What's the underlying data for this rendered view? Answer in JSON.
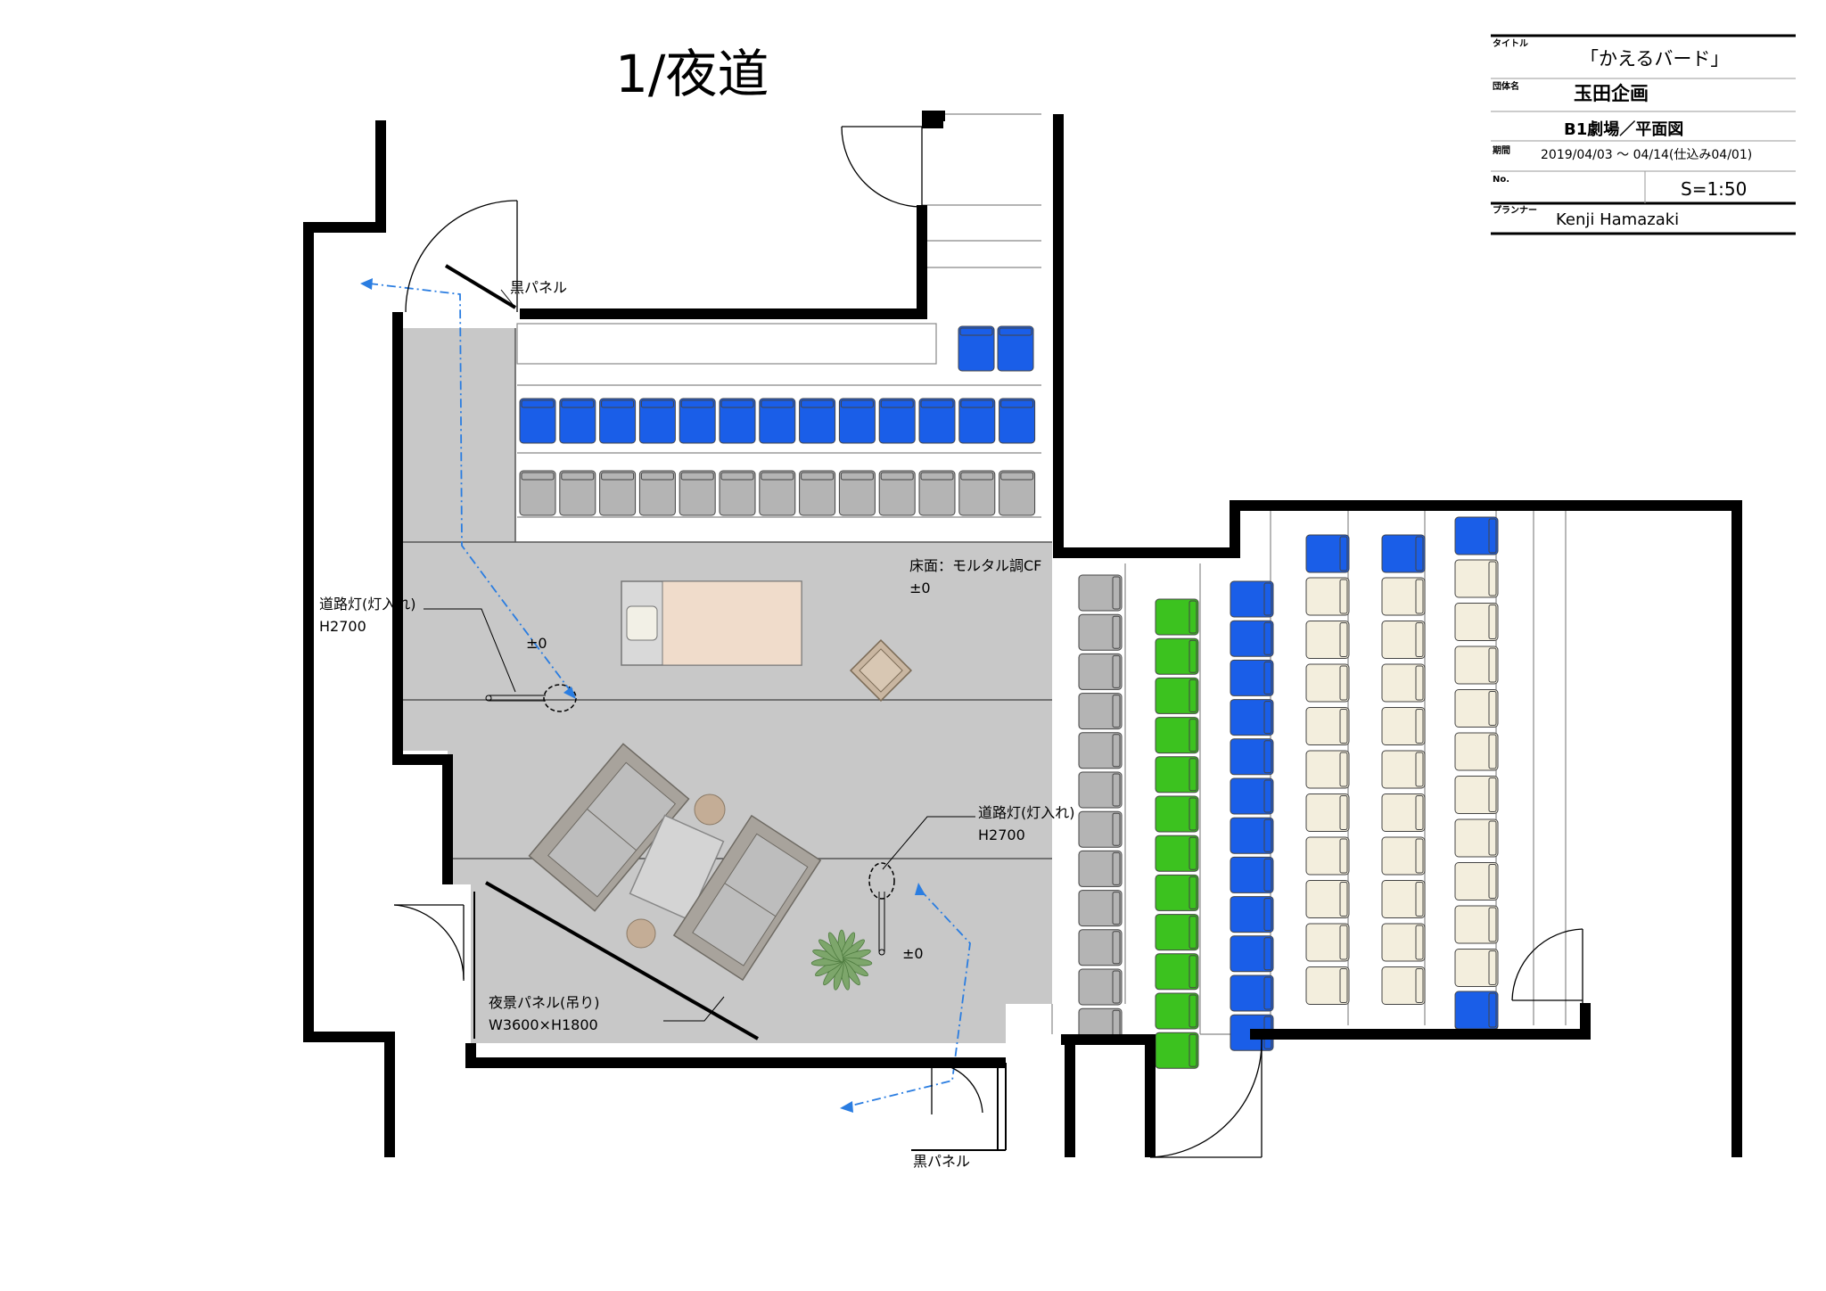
{
  "page_title": "1/夜道",
  "title_block": {
    "title_label": "タイトル",
    "title_value": "「かえるバード」",
    "troupe_label": "団体名",
    "troupe_value": "玉田企画",
    "venue_value": "B1劇場／平面図",
    "period_label": "期間",
    "period_value": "2019/04/03 〜 04/14(仕込み04/01)",
    "no_label": "No.",
    "scale_value": "S=1:50",
    "planner_label": "プランナー",
    "planner_value": "Kenji Hamazaki"
  },
  "annotations": {
    "black_panel_top": "黒パネル",
    "black_panel_bottom": "黒パネル",
    "floor_note": "床面：モルタル調CF",
    "floor_level": "±0",
    "street_light_1_name": "道路灯(灯入れ)",
    "street_light_1_height": "H2700",
    "street_light_2_name": "道路灯(灯入れ)",
    "street_light_2_height": "H2700",
    "level_1": "±0",
    "level_2": "±0",
    "night_panel_name": "夜景パネル(吊り)",
    "night_panel_size": "W3600×H1800"
  },
  "colors": {
    "stage_floor": "#c8c8c8",
    "seat_blue": "#1a5ee8",
    "seat_gray": "#b4b4b4",
    "seat_green": "#3cc21f",
    "seat_cream": "#f3eedd",
    "bed": "#f0dccb",
    "wall": "#000000",
    "path_line": "#2a7de1"
  }
}
